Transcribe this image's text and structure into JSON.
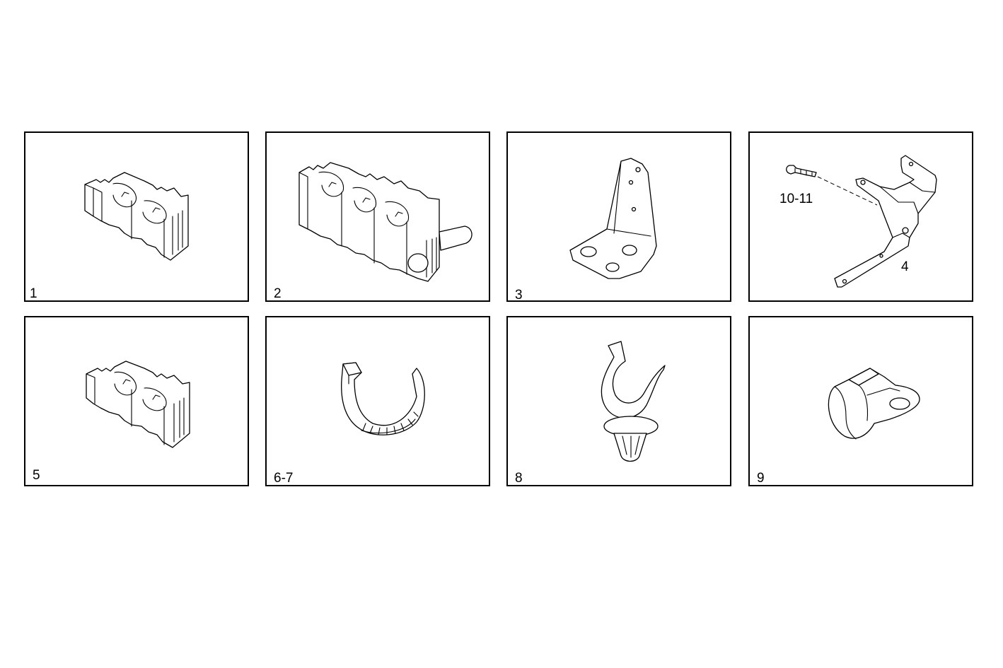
{
  "panels": [
    {
      "label": "1"
    },
    {
      "label": "2"
    },
    {
      "label": "3"
    },
    {
      "label": "4",
      "callout": "10-11"
    },
    {
      "label": "5"
    },
    {
      "label": "6-7"
    },
    {
      "label": "8"
    },
    {
      "label": "9"
    }
  ]
}
